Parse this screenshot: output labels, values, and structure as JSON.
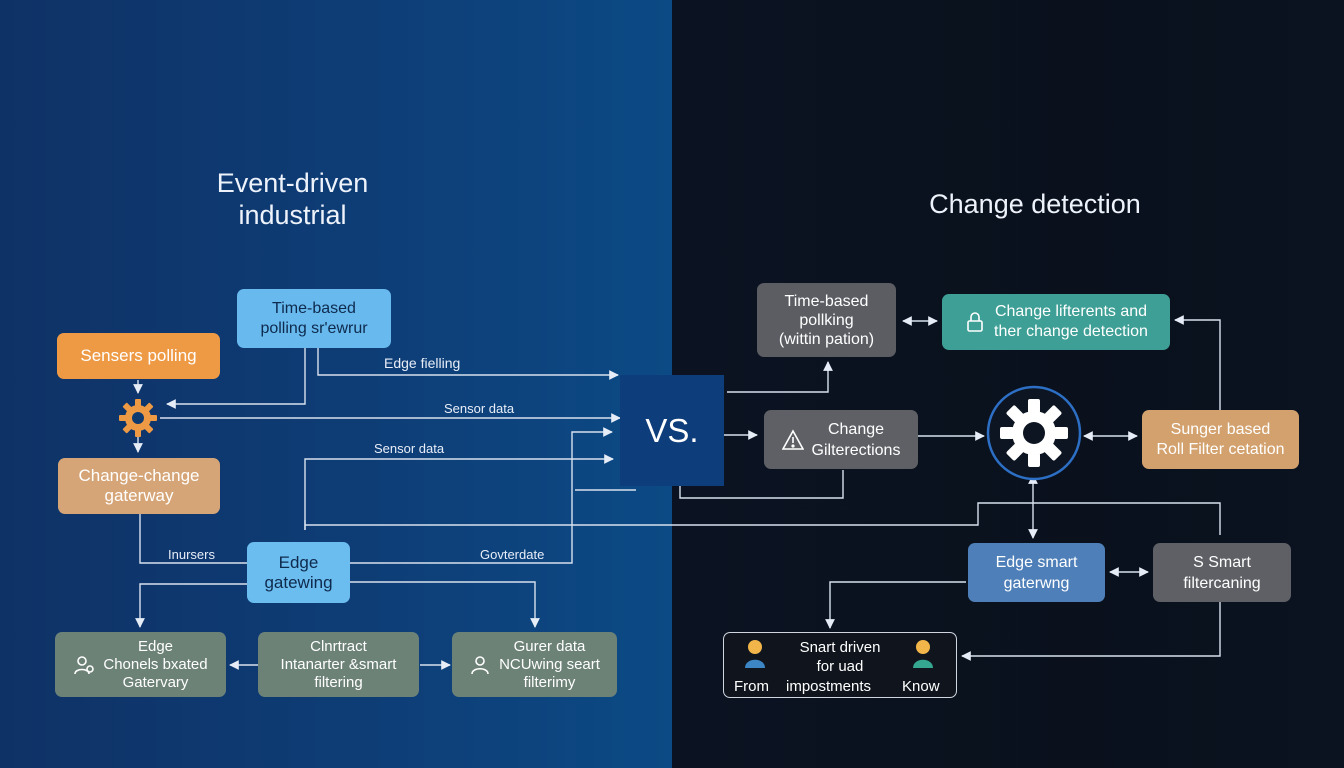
{
  "left": {
    "title": "Event-driven\nindustrial",
    "boxes": {
      "time_based": "Time-based\npolling sr'ewrur",
      "sensors_polling": "Sensers polling",
      "change_gateway": "Change-change\ngaterway",
      "edge_gateway": "Edge\ngatewing",
      "edge_chonels": "Edge\nChonels bxated\nGatervary",
      "clntract": "Clnrtract\nIntanarter &smart\nfiltering",
      "gurer": "Gurer data\nNCUwing seart\nfilterimy"
    },
    "labels": {
      "edge_fielling": "Edge fielling",
      "sensor_data_1": "Sensor data",
      "sensor_data_2": "Sensor data",
      "inursers": "Inursers",
      "govterdate": "Govterdate"
    }
  },
  "vs": "VS.",
  "right": {
    "title": "Change detection",
    "boxes": {
      "time_based": "Time-based\npollking\n(wittin pation)",
      "change_diff": "Change lifterents and\nther change detection",
      "change_gilt": "Change\nGilterections",
      "sunger": "Sunger based\nRoll Filter cetation",
      "edge_smart": "Edge smart\ngaterwng",
      "smart_filter": "S Smart\nfiltercaning",
      "smart_driven": "Snart driven\nfor uad",
      "from": "From",
      "improvements": "impostments",
      "know": "Know"
    }
  },
  "colors": {
    "orange": "#ee9a45",
    "sand": "#d6a577",
    "lightblue": "#67b9ee",
    "sage": "#6d8277",
    "grey": "#5b5d63",
    "teal": "#3d9f95",
    "sunger": "#d3a16d",
    "edgeblue": "#4e7fb8",
    "greyright": "#5e6065"
  },
  "icons": [
    "gear-icon",
    "warning-icon",
    "lock-icon",
    "person-icon",
    "hand-icon"
  ]
}
